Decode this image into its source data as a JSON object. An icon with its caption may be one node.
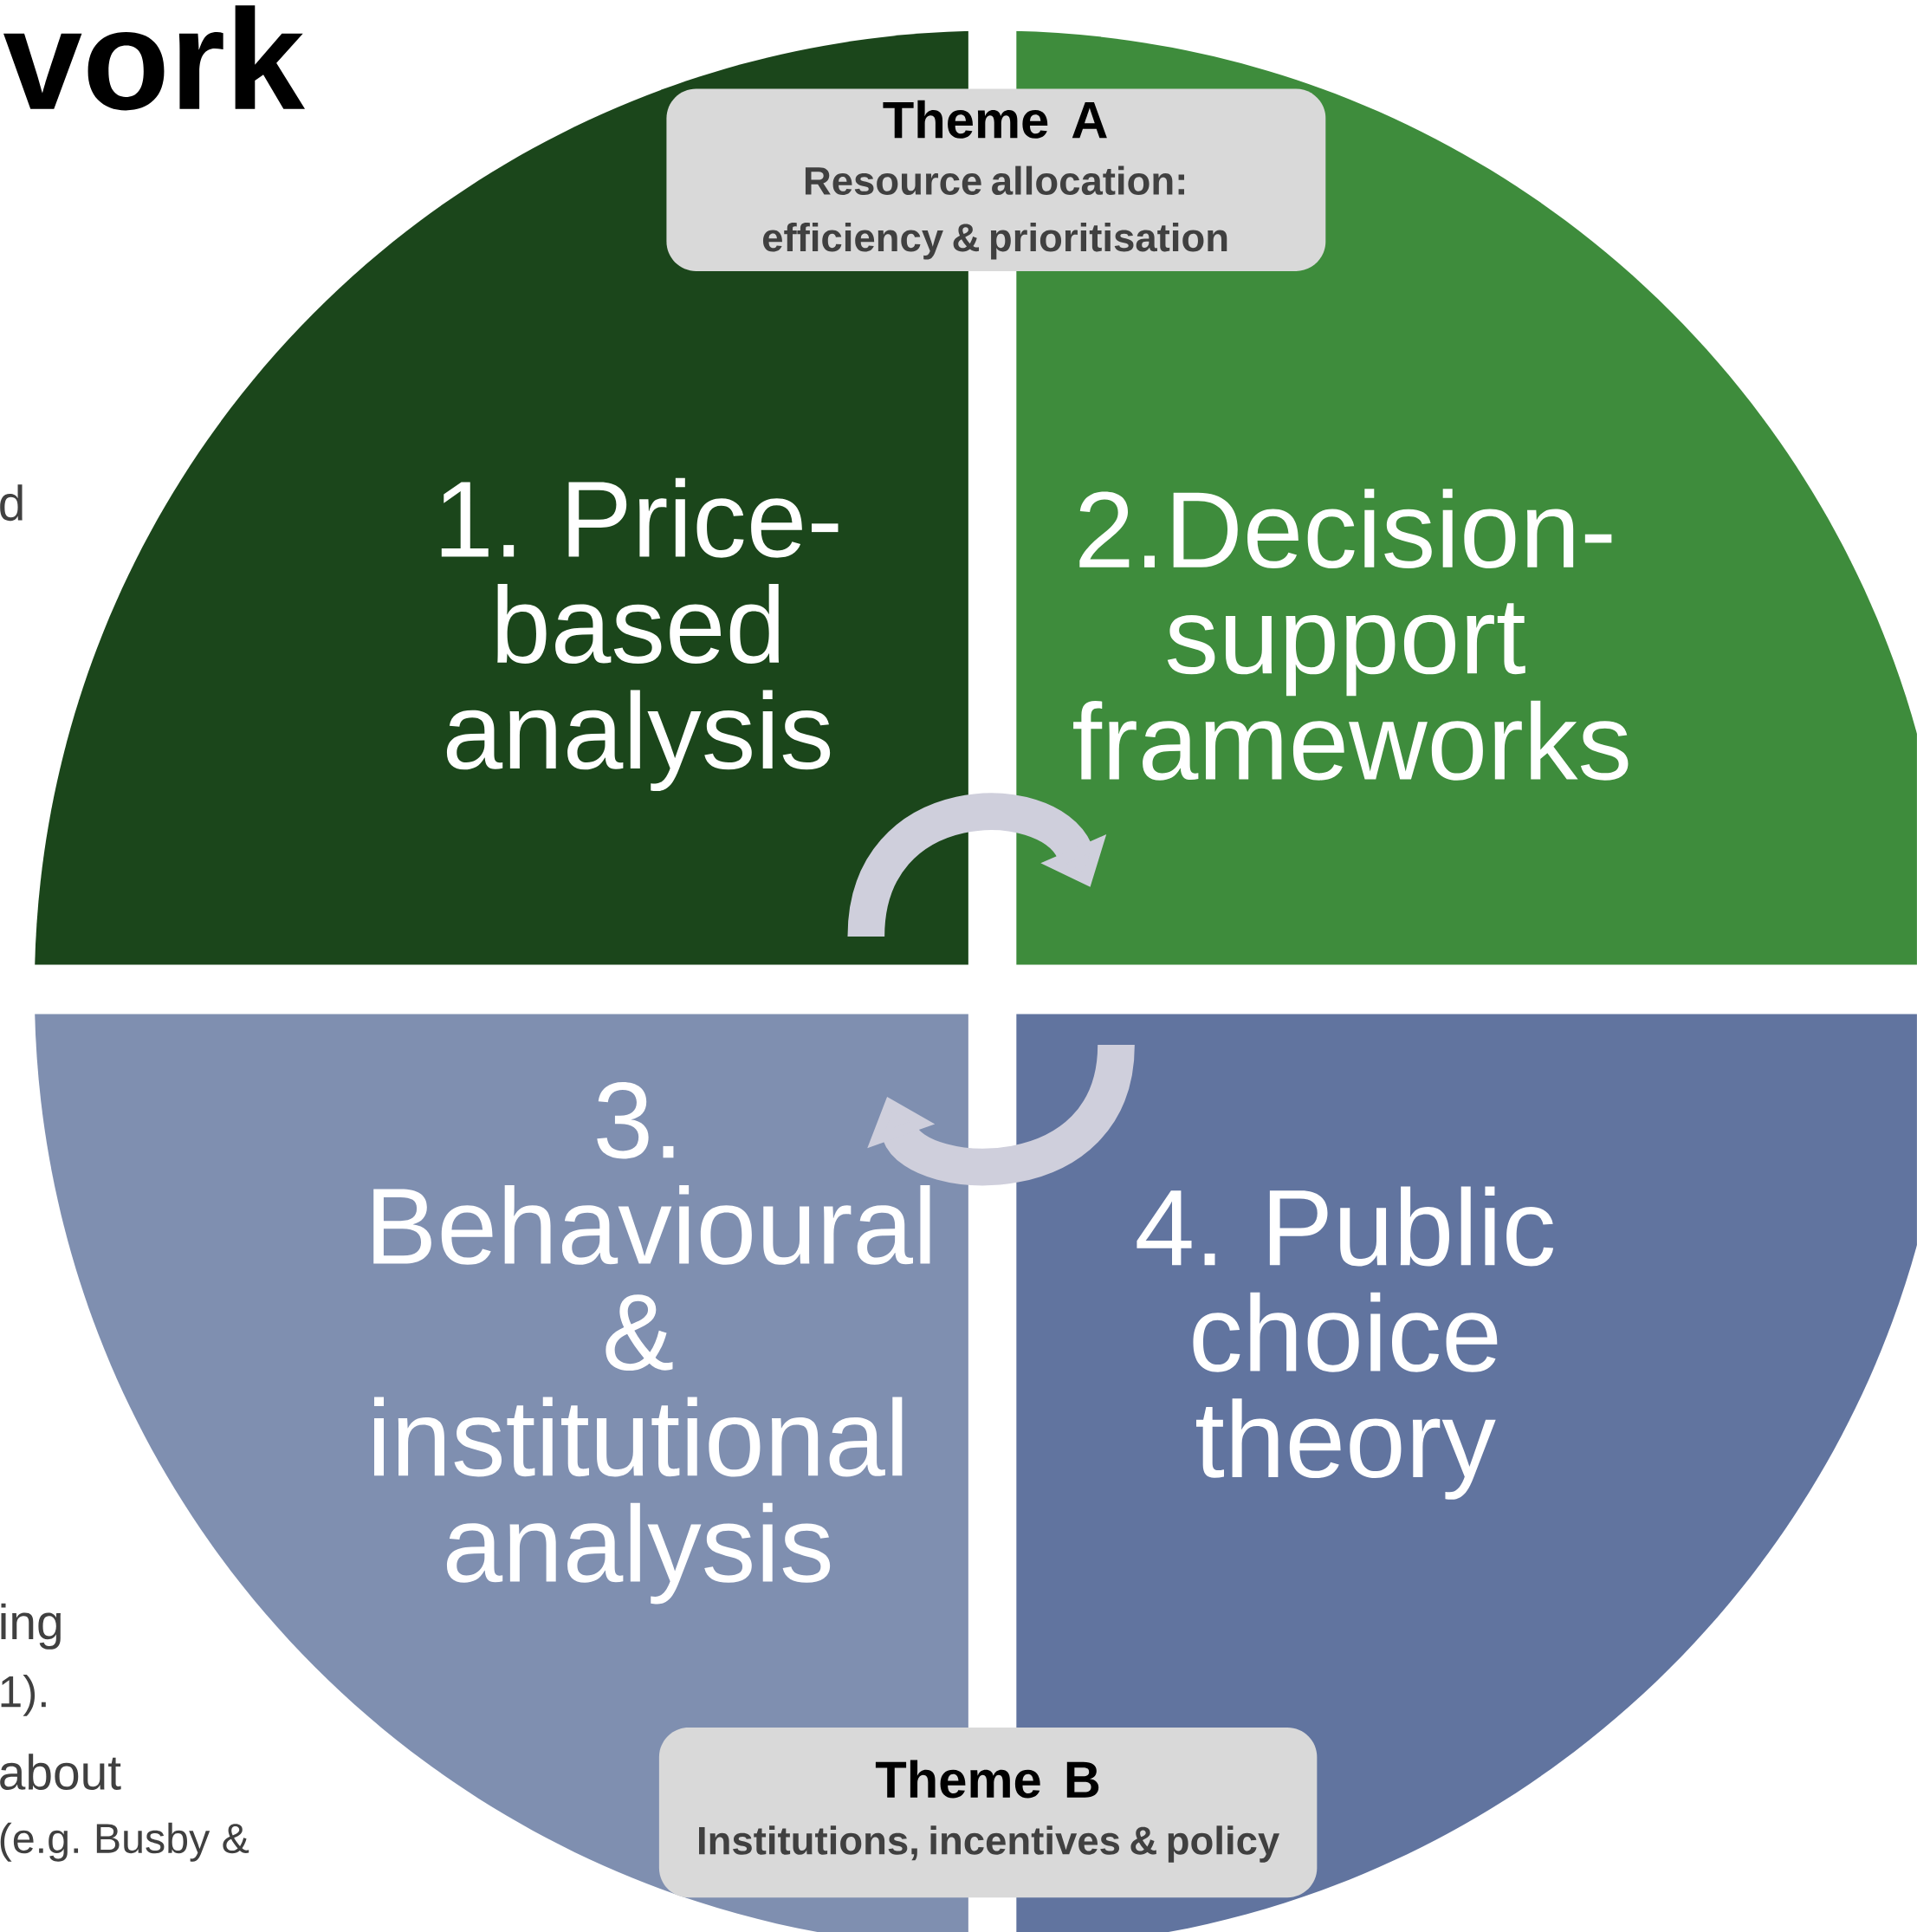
{
  "diagram": {
    "title": "vork",
    "nodes": [
      {
        "text": [
          "Theme A",
          "Resource allocation: efficiency & prioritisation"
        ]
      },
      {
        "text": [
          "1. Price-based analysis"
        ]
      },
      {
        "text": [
          "2.Decision-support frameworks"
        ]
      },
      {
        "text": [
          "3. Behavioural & institutional analysis"
        ]
      },
      {
        "text": [
          "4. Public choice theory"
        ]
      },
      {
        "text": [
          "Theme B",
          "Institutions, incentives & policy"
        ]
      }
    ],
    "edges": [
      {
        "from": 1,
        "to": 2,
        "arrow": "to"
      },
      {
        "from": 4,
        "to": 3,
        "arrow": "to"
      }
    ],
    "labels": [
      "d",
      "ing",
      "1).",
      "about",
      "(e.g. Busby &"
    ]
  }
}
